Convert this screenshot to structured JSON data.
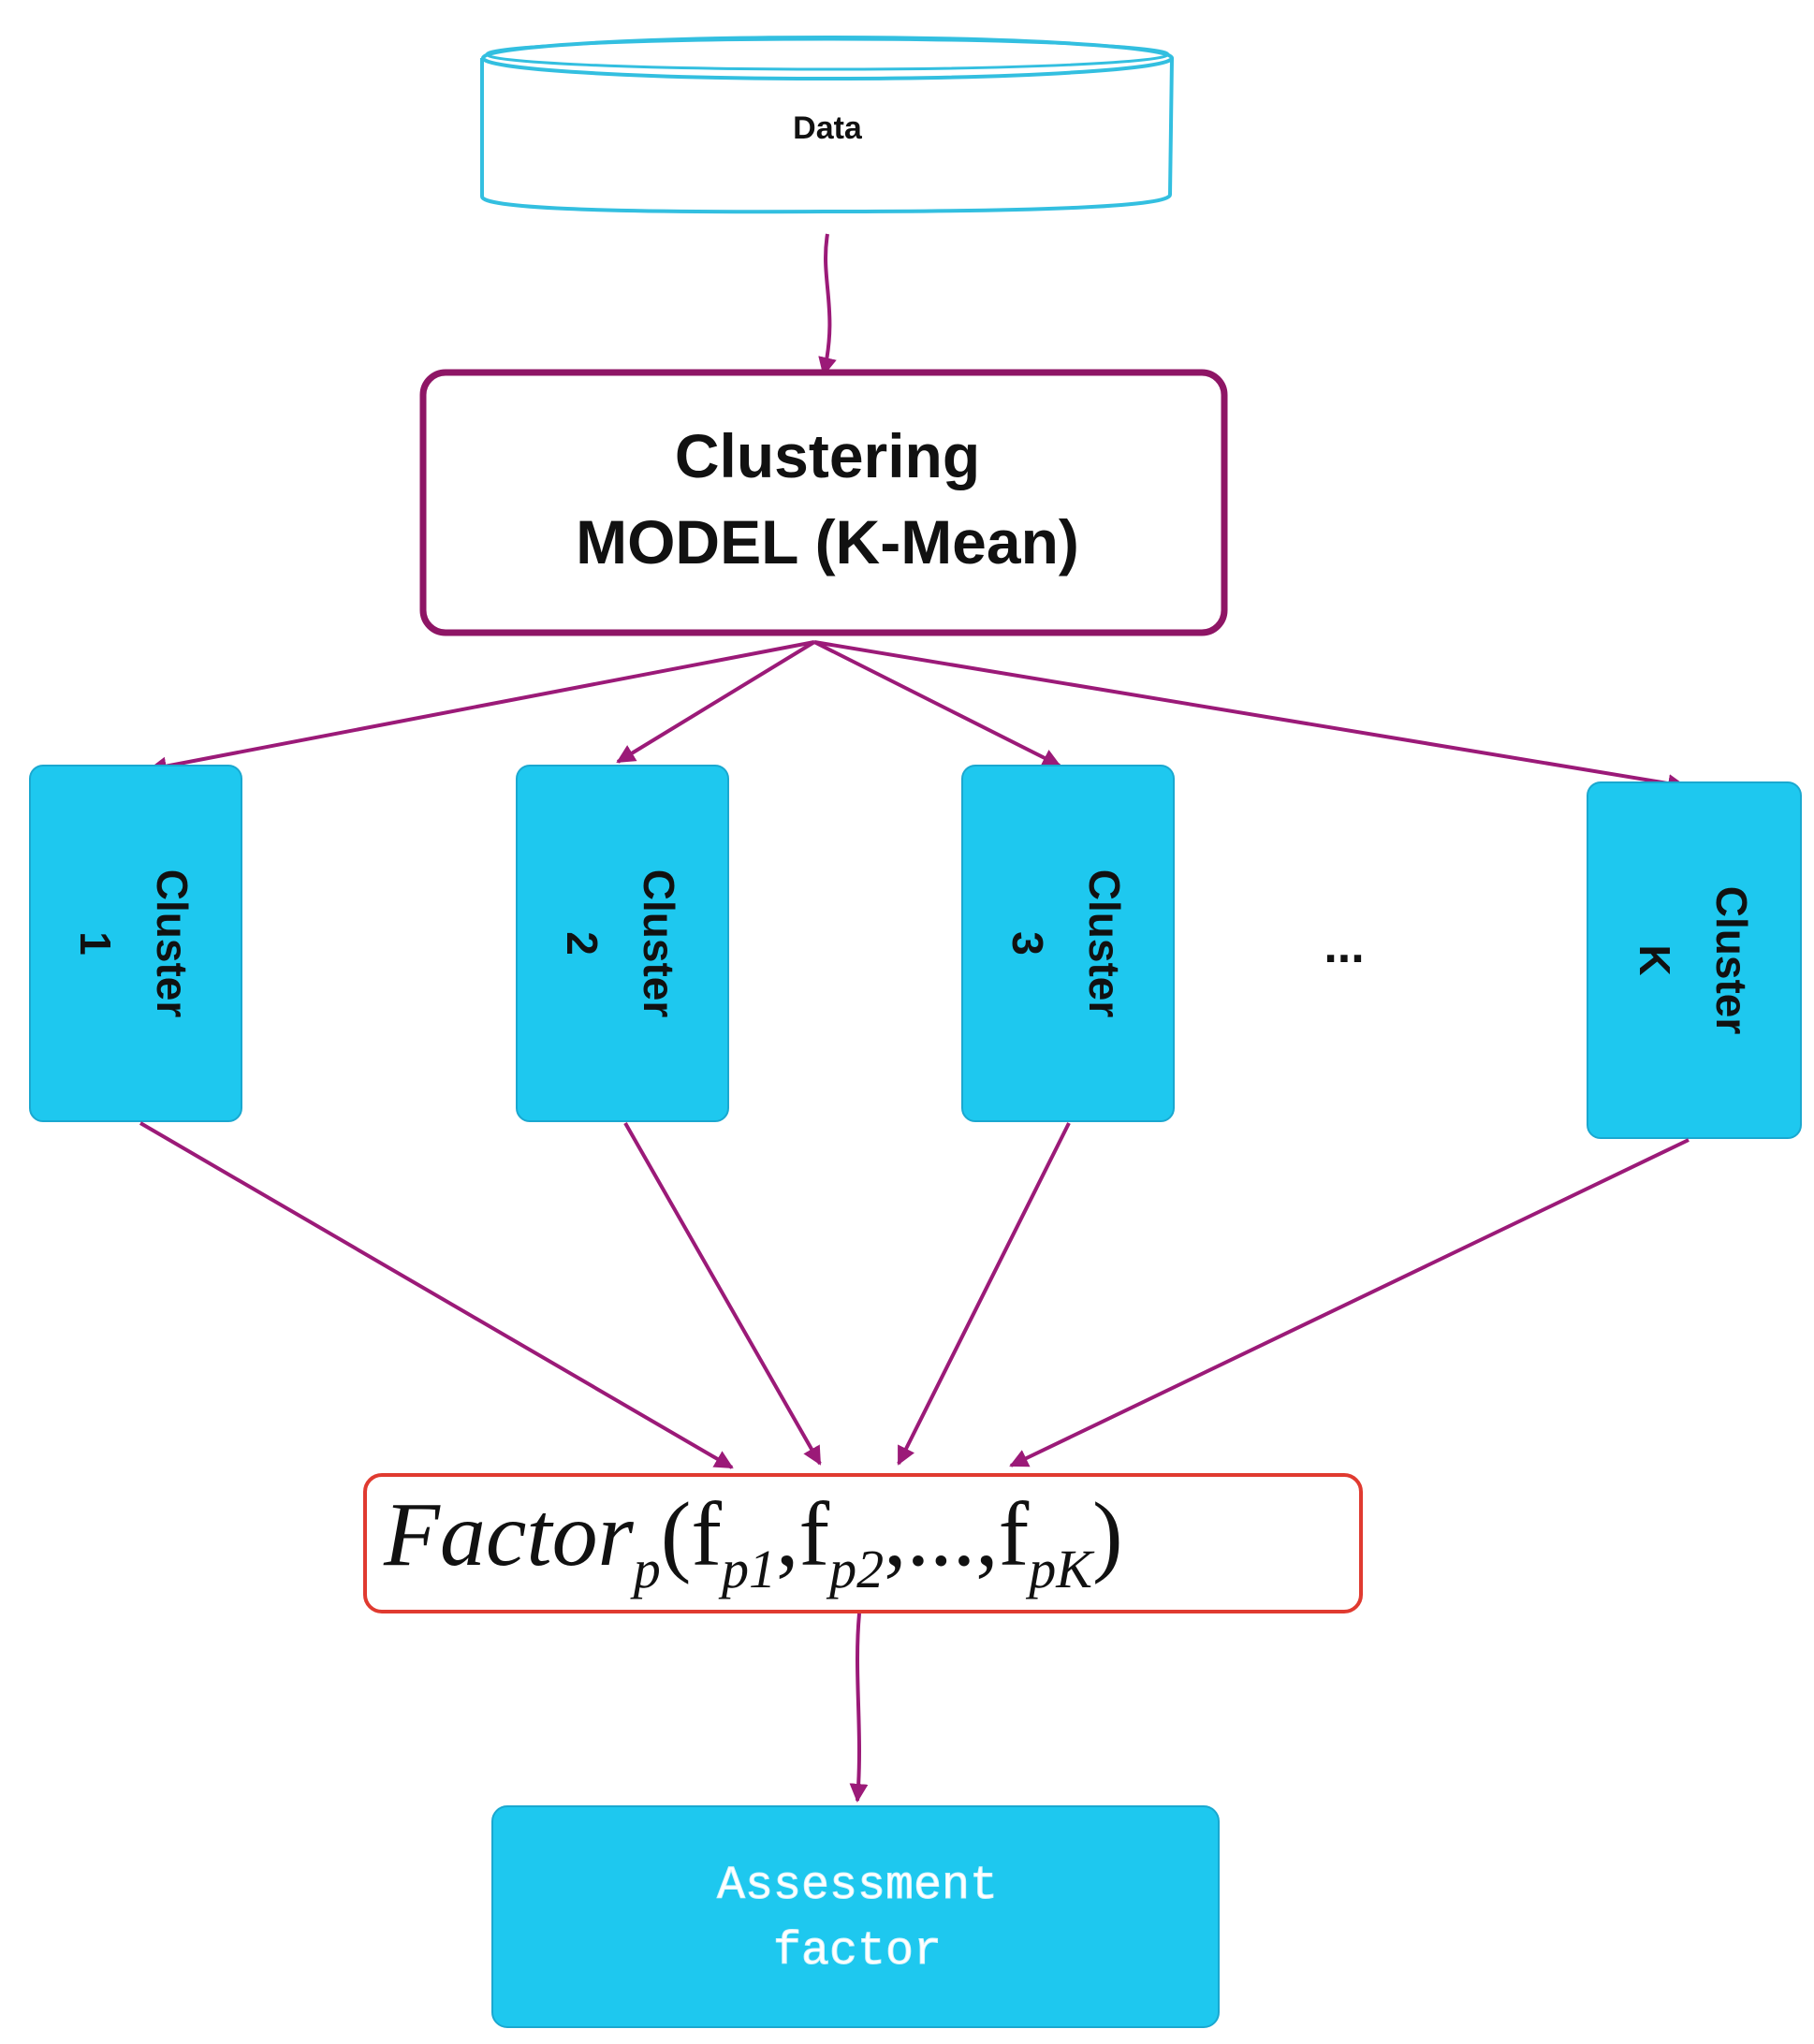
{
  "data_node": {
    "label": "Data"
  },
  "model_node": {
    "line1": "Clustering",
    "line2": "MODEL (K-Mean)"
  },
  "clusters": [
    {
      "word": "Cluster",
      "index": "1"
    },
    {
      "word": "Cluster",
      "index": "2"
    },
    {
      "word": "Cluster",
      "index": "3"
    },
    {
      "word": "Cluster",
      "index": "K"
    }
  ],
  "ellipsis": "...",
  "formula": {
    "name": "Factor",
    "name_sub": "p",
    "open": "(",
    "f1": "f",
    "f1_sub": "p1",
    "comma1": ",",
    "f2": "f",
    "f2_sub": "p2",
    "mid": ",...,",
    "f3": "f",
    "f3_sub": "pK",
    "close": ")"
  },
  "assessment_node": {
    "line1": "Assessment",
    "line2": "factor"
  },
  "colors": {
    "arrow": "#9b1a78",
    "cylinder_stroke": "#33bfe0",
    "model_stroke": "#8e1565",
    "cluster_fill": "#1ec8ef",
    "formula_stroke": "#e03a30",
    "assessment_text": "#ffffff"
  }
}
